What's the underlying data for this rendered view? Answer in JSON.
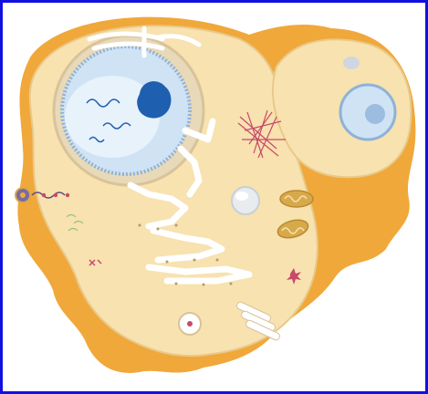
{
  "image": {
    "frame_color": "#1010e0",
    "colors": {
      "outer_membrane": "#f0a83a",
      "cytoplasm": "#f7e2b0",
      "cytoplasm_dark": "#e9c98a",
      "nucleus": "#cfe3f5",
      "nucleus_edge": "#8fb2d8",
      "nucleolus": "#1f5fb0",
      "er": "#ffffff",
      "cytoskeleton": "#c84a6a",
      "mitochondria": "#d8a94a"
    },
    "parts": [
      "cell-membrane",
      "cytoplasm",
      "nucleus",
      "nucleolus",
      "endoplasmic-reticulum",
      "golgi-apparatus",
      "mitochondria",
      "vacuole",
      "lysosome",
      "cytoskeleton",
      "centriole",
      "neighbor-cell"
    ]
  }
}
